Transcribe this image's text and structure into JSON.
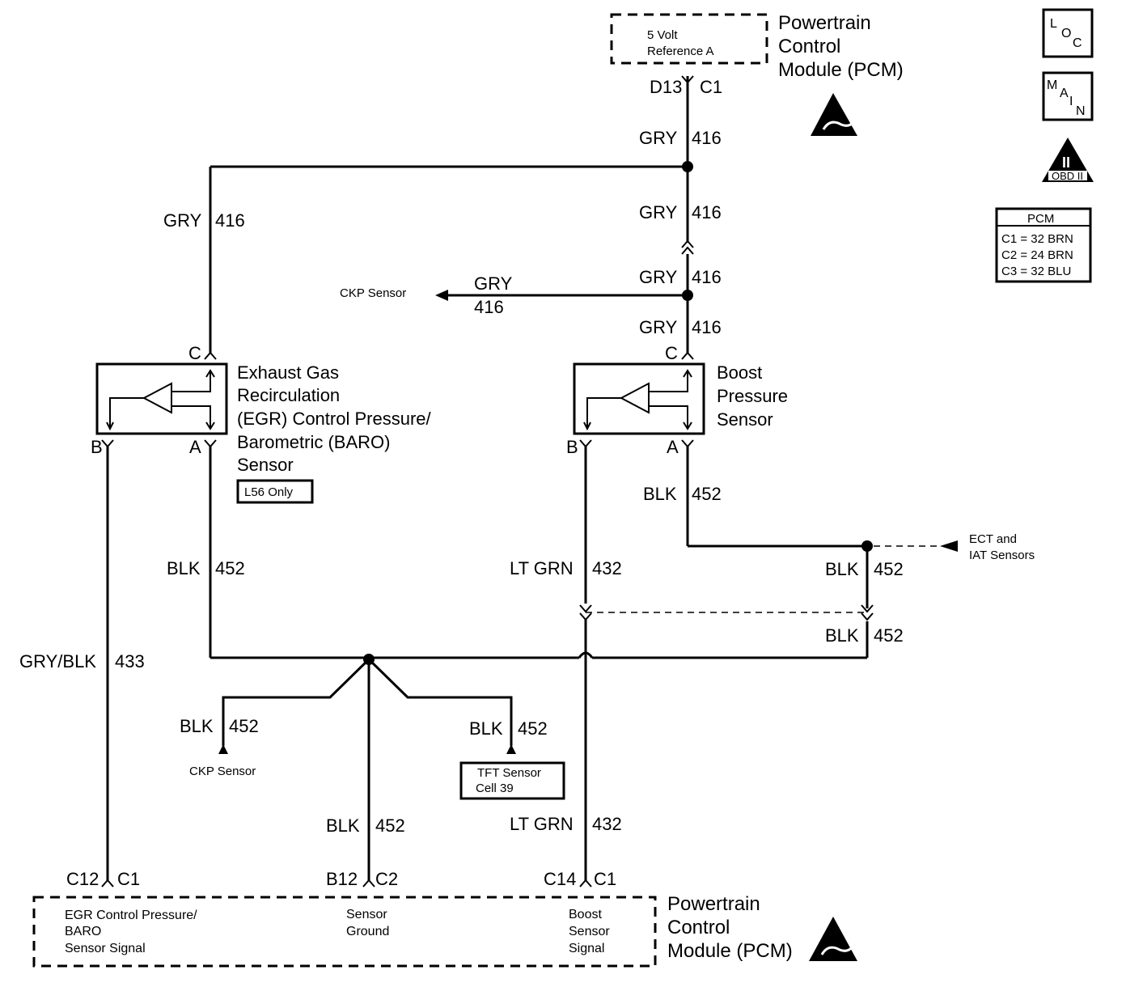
{
  "pcm_top": {
    "ref_line1": "5 Volt",
    "ref_line2": "Reference A",
    "title_line1": "Powertrain",
    "title_line2": "Control",
    "title_line3": "Module (PCM)",
    "pin": "D13",
    "connector": "C1"
  },
  "icons": {
    "loc": "LOC",
    "main": "MAIN",
    "obd": "OBD II"
  },
  "pcm_table": {
    "header": "PCM",
    "rows": [
      "C1 = 32 BRN",
      "C2 = 24 BRN",
      "C3 = 32 BLU"
    ]
  },
  "wires": {
    "gry": "GRY",
    "n416": "416",
    "blk": "BLK",
    "n452": "452",
    "ltgrn": "LT GRN",
    "n432": "432",
    "grayblk": "GRY/BLK",
    "n433": "433"
  },
  "refs": {
    "ckp_sensor": "CKP Sensor",
    "ect_line1": "ECT and",
    "ect_line2": "IAT Sensors",
    "tft_line1": "TFT Sensor",
    "tft_line2": "Cell 39"
  },
  "egr_sensor": {
    "line1": "Exhaust Gas",
    "line2": "Recirculation",
    "line3": "(EGR) Control Pressure/",
    "line4": "Barometric (BARO)",
    "line5": "Sensor",
    "option": "L56 Only",
    "pin_c": "C",
    "pin_b": "B",
    "pin_a": "A"
  },
  "boost_sensor": {
    "line1": "Boost",
    "line2": "Pressure",
    "line3": "Sensor",
    "pin_c": "C",
    "pin_b": "B",
    "pin_a": "A"
  },
  "pcm_bottom": {
    "pin1": "C12",
    "conn1": "C1",
    "pin2": "B12",
    "conn2": "C2",
    "pin3": "C14",
    "conn3": "C1",
    "sig1_line1": "EGR Control Pressure/",
    "sig1_line2": "BARO",
    "sig1_line3": "Sensor Signal",
    "sig2_line1": "Sensor",
    "sig2_line2": "Ground",
    "sig3_line1": "Boost",
    "sig3_line2": "Sensor",
    "sig3_line3": "Signal",
    "title_line1": "Powertrain",
    "title_line2": "Control",
    "title_line3": "Module (PCM)"
  }
}
